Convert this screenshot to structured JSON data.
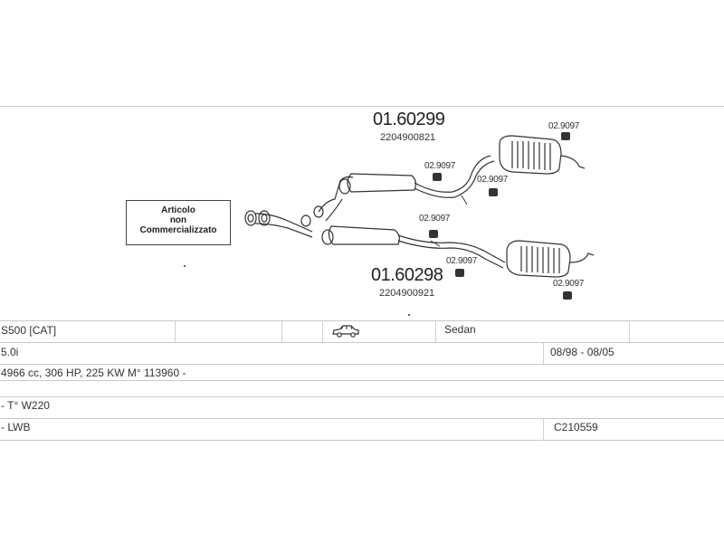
{
  "parts": {
    "upper_main": {
      "number": "01.60299",
      "oem": "2204900821"
    },
    "lower_main": {
      "number": "01.60298",
      "oem": "2204900921"
    },
    "hanger_labels": [
      "02.9097",
      "02.9097",
      "02.9097",
      "02.9097",
      "02.9097",
      "02.9097"
    ]
  },
  "note": {
    "line1": "Articolo",
    "line2": "non",
    "line3": "Commercializzato"
  },
  "vehicle_table": {
    "row1": {
      "model": "S500  [CAT]",
      "body": "Sedan",
      "car_icon": "sedan-car-icon"
    },
    "row2": {
      "engine": "5.0i",
      "years": "08/98 - 08/05"
    },
    "row3": {
      "specs": "4966 cc, 306 HP, 225 KW M° 113960 -"
    },
    "row4": {
      "type": "- T° W220"
    },
    "row5": {
      "variant": "- LWB",
      "code": "C210559"
    }
  }
}
